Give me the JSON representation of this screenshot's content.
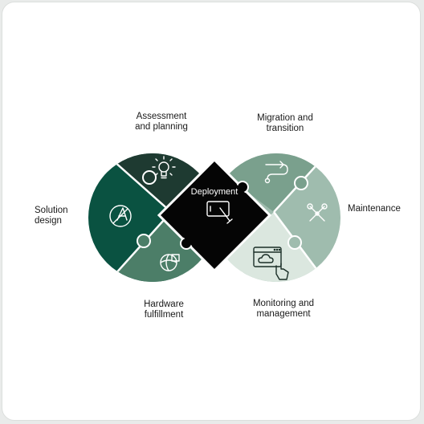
{
  "center": {
    "label": "Deployment"
  },
  "stages": [
    {
      "key": "assessment",
      "label": "Assessment\nand planning",
      "icon": "lightbulb-icon"
    },
    {
      "key": "migration",
      "label": "Migration and\ntransition",
      "icon": "route-icon"
    },
    {
      "key": "maintenance",
      "label": "Maintenance",
      "icon": "tools-icon"
    },
    {
      "key": "monitoring",
      "label": "Monitoring and\nmanagement",
      "icon": "cloud-monitor-icon"
    },
    {
      "key": "hardware",
      "label": "Hardware\nfulfillment",
      "icon": "globe-box-icon"
    },
    {
      "key": "solution",
      "label": "Solution\ndesign",
      "icon": "design-tools-icon"
    }
  ],
  "colors": {
    "assessment": "#1e3a31",
    "solution": "#0a5241",
    "hardware": "#4c7e68",
    "migration": "#7aa08d",
    "maintenance": "#9fbcae",
    "monitoring": "#dbe7df",
    "center": "#050505"
  }
}
